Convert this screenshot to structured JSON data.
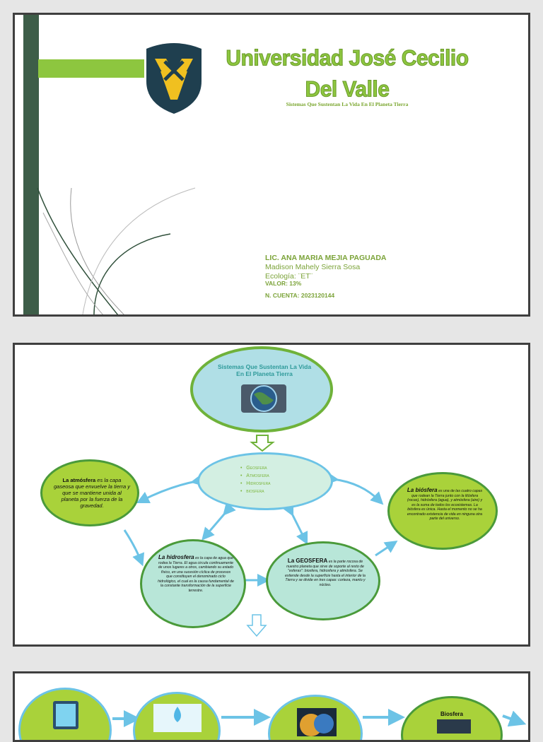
{
  "cover": {
    "university_line1": "Universidad José Cecilio",
    "university_line2": "Del Valle",
    "subtitle": "Sistemas Que Sustentan La Vida En El Planeta Tierra",
    "professor": "LIC. ANA MARIA MEJIA PAGUADA",
    "student": "Madison Mahely Sierra Sosa",
    "course": "Ecología: ¨ET¨",
    "value": "VALOR: 13%",
    "account": "N. CUENTA: 2023120144",
    "colors": {
      "accent": "#8dc63f",
      "dark_bar": "#3d5d48",
      "shield": "#1f3f4f",
      "shield_gold": "#f0c020"
    }
  },
  "map": {
    "title": "Sistemas Que Sustentan La Vida En El Planeta Tierra",
    "center_items": [
      "Geosfera",
      "Atmosfera",
      "Hidrosfera",
      "biosfera"
    ],
    "atmosfera": {
      "head": "La atmósfera",
      "body": "es la capa gaseosa que envuelve la tierra y que se mantiene unida al planeta por la fuerza de la gravedad."
    },
    "biosfera": {
      "head": "La biósfera",
      "body": "es una de las cuatro capas que rodean la Tierra junto con la litósfera (rocas), hidrósfera (agua), y atmósfera (aire) y es la suma de todos los ecosistemas. La biósfera es única. Hasta el momento no se ha encontrado existencia de vida en ninguna otra parte del universo."
    },
    "hidrosfera": {
      "head": "La hidrosfera",
      "body": "es la capa de agua que rodea la Tierra. El agua circula continuamente de unos lugares a otros, cambiando su estado físico, en una sucesión cíclica de procesos que constituyen el denominado ciclo hidrológico, el cual es la causa fundamental de la constante transformación de la superficie terrestre."
    },
    "geosfera": {
      "head": "La GEOSFERA",
      "body": "es la parte rocosa de nuestro planeta que sirve de soporte al resto de \"esferas\": biosfera, hidrosfera y atmósfera. Se extiende desde la superficie hasta el interior de la Tierra y se divide en tres capas: corteza, manto y núcleo."
    },
    "colors": {
      "ellipse_fill": "#a9d23a",
      "ellipse_border": "#4a9a3a",
      "center_fill": "#d3efe2",
      "arrow": "#6cc3e6",
      "top_fill": "#b0dfe6"
    }
  },
  "flow": {
    "last_label": "Biosfera",
    "icons": [
      "phone-icon",
      "water-icon",
      "earth-layers-icon",
      "biosphere-icon"
    ]
  }
}
